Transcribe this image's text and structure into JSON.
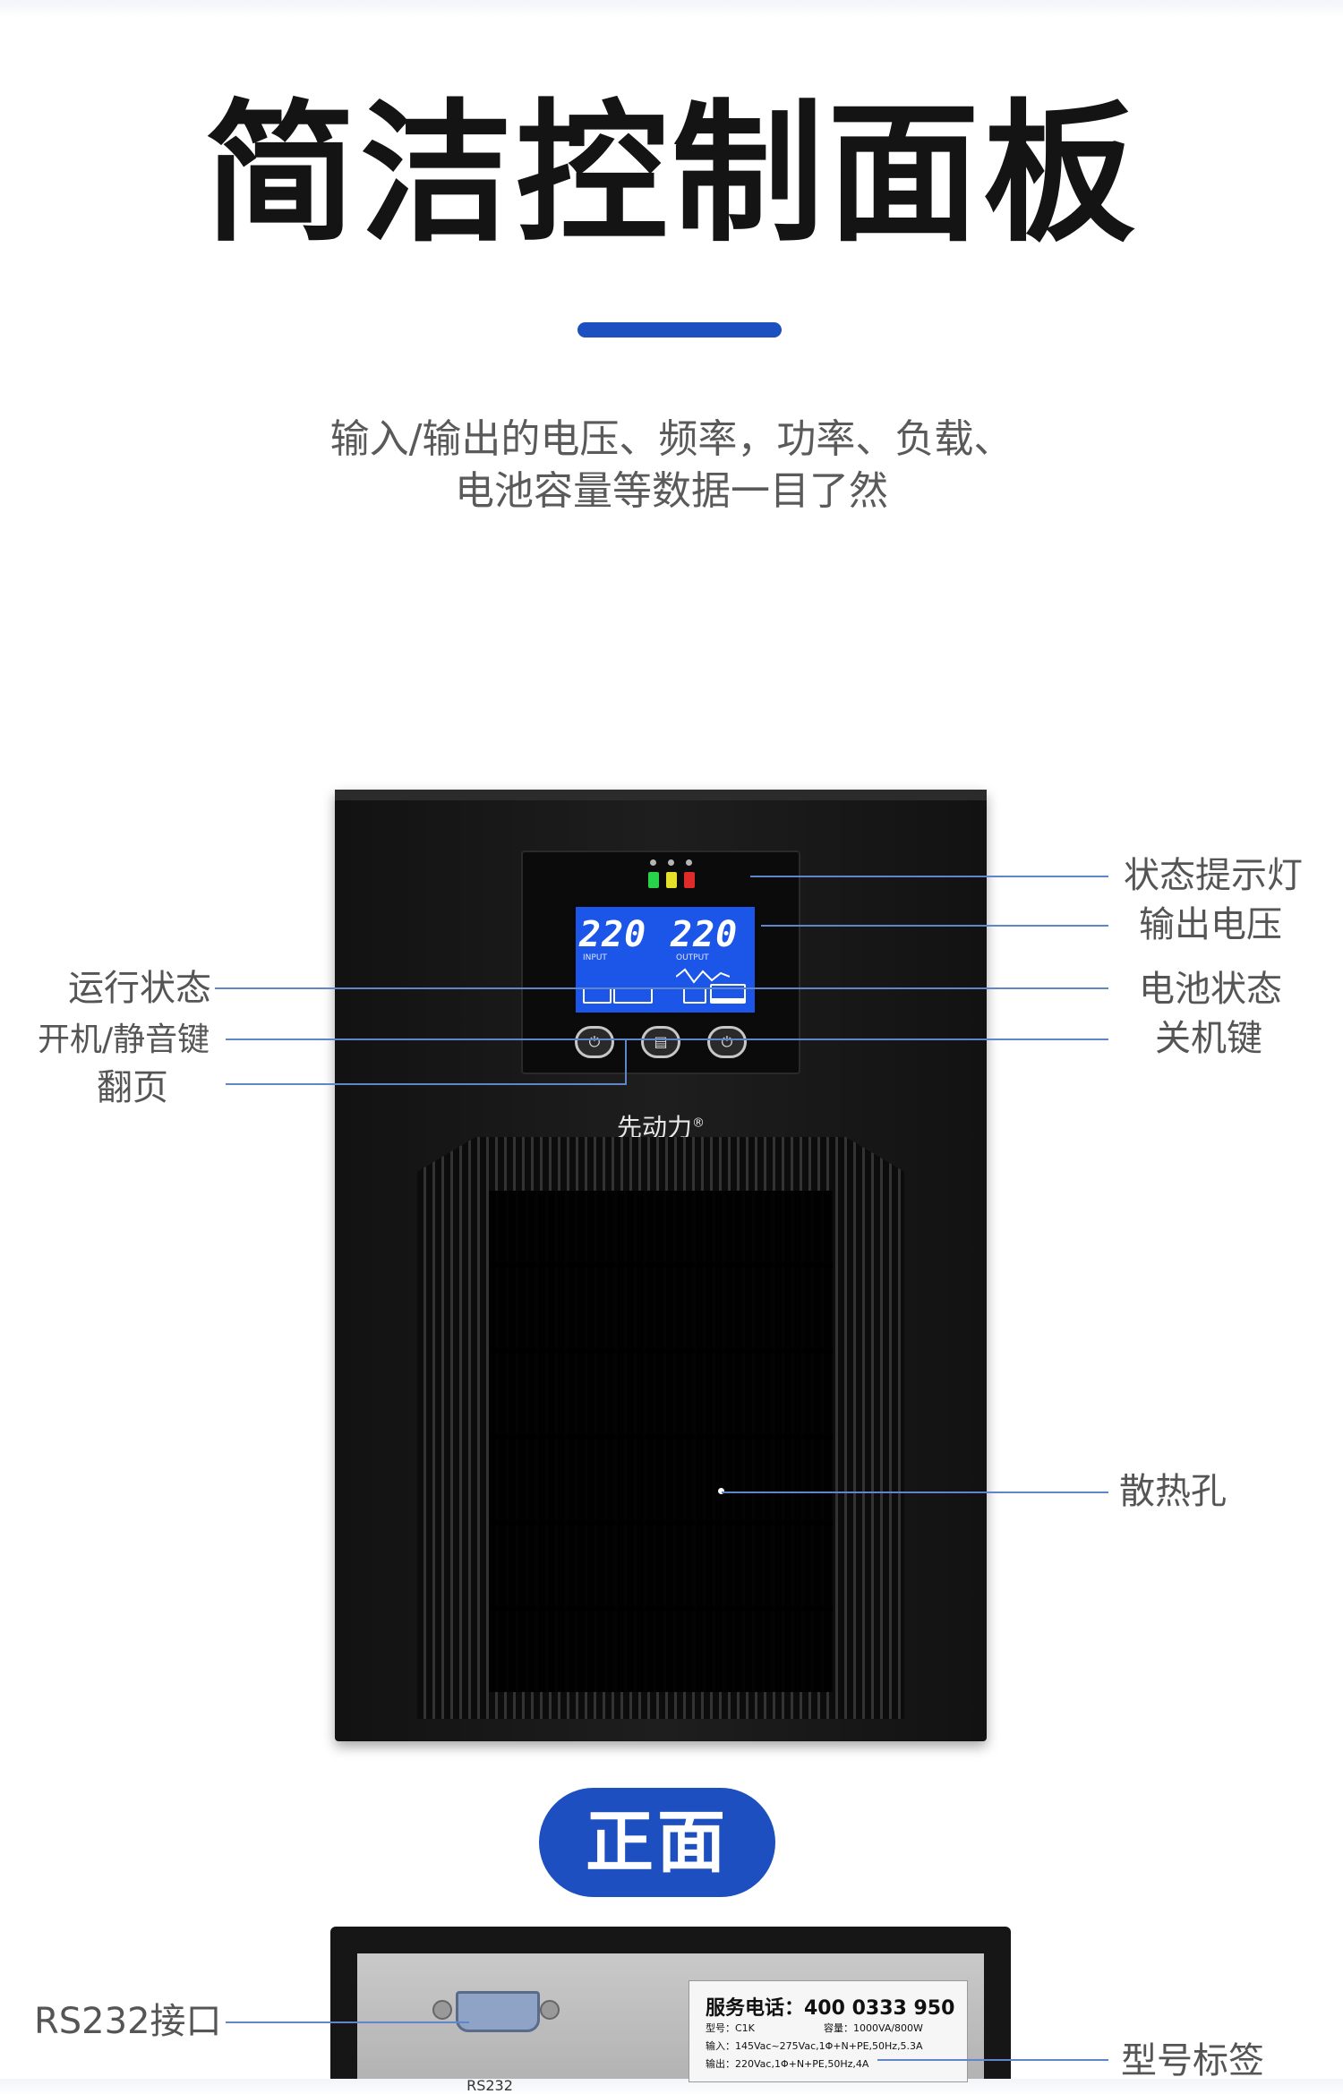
{
  "header": {
    "title": "简洁控制面板",
    "subtitle_line1": "输入/输出的电压、频率，功率、负载、",
    "subtitle_line2": "电池容量等数据一目了然"
  },
  "front": {
    "brand": "先动力",
    "brand_mark": "®",
    "lcd": {
      "input_value": "220",
      "output_value": "220",
      "input_tag": "INPUT",
      "output_tag": "OUTPUT"
    },
    "buttons": [
      {
        "icon": "power-on-icon",
        "label": "ON"
      },
      {
        "icon": "page-icon",
        "label": "PAGE"
      },
      {
        "icon": "power-off-icon",
        "label": "OFF"
      }
    ],
    "leds": [
      {
        "name": "led-green",
        "color": "#27d34a"
      },
      {
        "name": "led-yellow",
        "color": "#e6e02b"
      },
      {
        "name": "led-red",
        "color": "#e02b2b"
      }
    ],
    "callouts": {
      "status_light": "状态提示灯",
      "output_voltage": "输出电压",
      "run_status": "运行状态",
      "battery_status": "电池状态",
      "power_mute_key": "开机/静音键",
      "off_key": "关机键",
      "page_turn": "翻页",
      "vent": "散热孔"
    },
    "badge": "正面"
  },
  "back": {
    "rs232_callout": "RS232接口",
    "rs232_label": "RS232",
    "model_tag_callout": "型号标签",
    "tag": {
      "service_line": "服务电话：400 0333 950",
      "model": "型号：C1K",
      "capacity": "容量：1000VA/800W",
      "input": "输入：145Vac~275Vac,1Φ+N+PE,50Hz,5.3A",
      "output": "输出：220Vac,1Φ+N+PE,50Hz,4A"
    }
  },
  "colors": {
    "accent": "#1d4fc1",
    "callout_line": "#5f86c9",
    "lcd": "#1c56e8"
  }
}
